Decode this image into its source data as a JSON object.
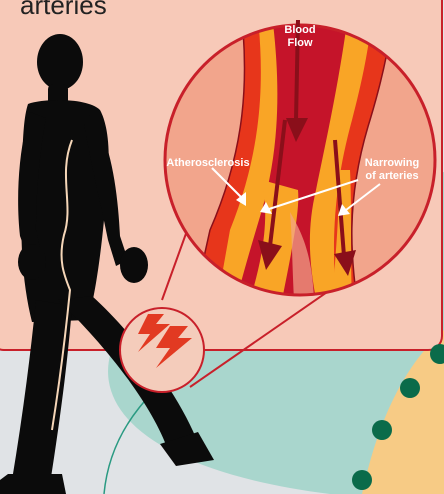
{
  "heading_fragment": "arteries",
  "labels": {
    "blood_flow": "Blood\nFlow",
    "atherosclerosis": "Atherosclerosis",
    "narrowing": "Narrowing\nof arteries"
  },
  "colors": {
    "background": "#e0e3e6",
    "panel": "#f7c9b8",
    "panel_border": "#c8202a",
    "teal": "#a9d6cd",
    "teal_line": "#2a9a82",
    "peach": "#f7cb85",
    "dots": "#0a6b4a",
    "silhouette": "#0b0b0b",
    "artery_wall": "#e7361b",
    "plaque": "#f9a526",
    "blood": "#c5142a",
    "pain": "#e23a22"
  },
  "icons": [
    "walking-person-silhouette",
    "pain-lightning-icon",
    "blood-flow-arrow-icon"
  ]
}
